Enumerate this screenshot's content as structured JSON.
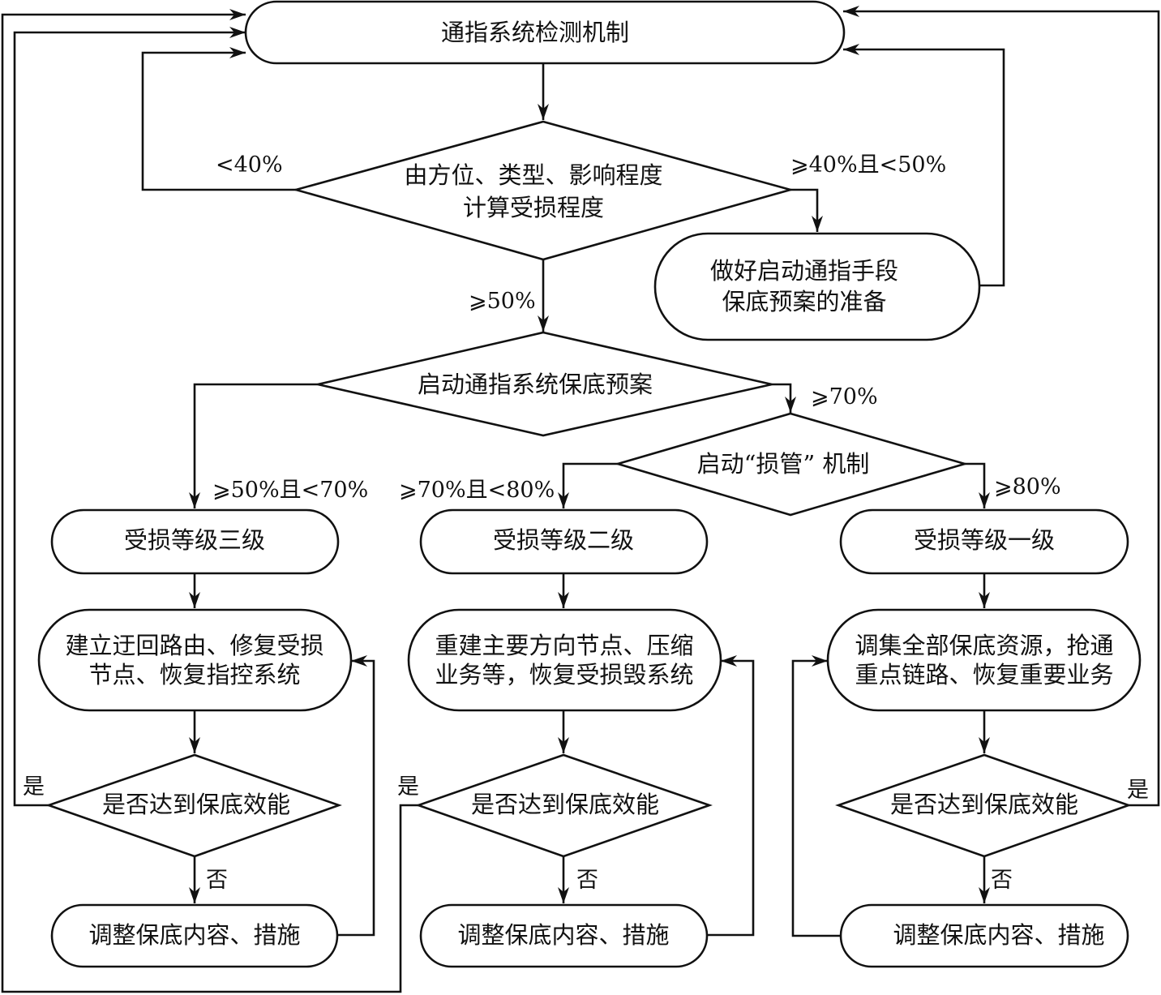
{
  "nodes": {
    "monitor": {
      "lines": [
        "通指系统检测机制"
      ]
    },
    "calc": {
      "lines": [
        "由方位、类型、影响程度",
        "计算受损程度"
      ]
    },
    "prepare": {
      "lines": [
        "做好启动通指手段",
        "保底预案的准备"
      ]
    },
    "start_plan": {
      "lines": [
        "启动通指系统保底预案"
      ]
    },
    "damage_ctrl": {
      "lines": [
        "启动“损管” 机制"
      ]
    },
    "level3": {
      "lines": [
        "受损等级三级"
      ]
    },
    "level2": {
      "lines": [
        "受损等级二级"
      ]
    },
    "level1": {
      "lines": [
        "受损等级一级"
      ]
    },
    "action3": {
      "lines": [
        "建立迂回路由、修复受损",
        "节点、恢复指控系统"
      ]
    },
    "action2": {
      "lines": [
        "重建主要方向节点、压缩",
        "业务等，恢复受损毁系统"
      ]
    },
    "action1": {
      "lines": [
        "调集全部保底资源，抢通",
        "重点链路、恢复重要业务"
      ]
    },
    "check3": {
      "lines": [
        "是否达到保底效能"
      ]
    },
    "check2": {
      "lines": [
        "是否达到保底效能"
      ]
    },
    "check1": {
      "lines": [
        "是否达到保底效能"
      ]
    },
    "adjust3": {
      "lines": [
        "调整保底内容、措施"
      ]
    },
    "adjust2": {
      "lines": [
        "调整保底内容、措施"
      ]
    },
    "adjust1": {
      "lines": [
        "调整保底内容、措施"
      ]
    }
  },
  "edge_labels": {
    "lt40": "<40%",
    "ge40_lt50": "⩾40%且<50%",
    "ge50": "⩾50%",
    "ge70": "⩾70%",
    "ge50_lt70": "⩾50%且<70%",
    "ge70_lt80": "⩾70%且<80%",
    "ge80": "⩾80%",
    "yes3": "是",
    "yes2": "是",
    "yes1": "是",
    "no3": "否",
    "no2": "否",
    "no1": "否"
  }
}
